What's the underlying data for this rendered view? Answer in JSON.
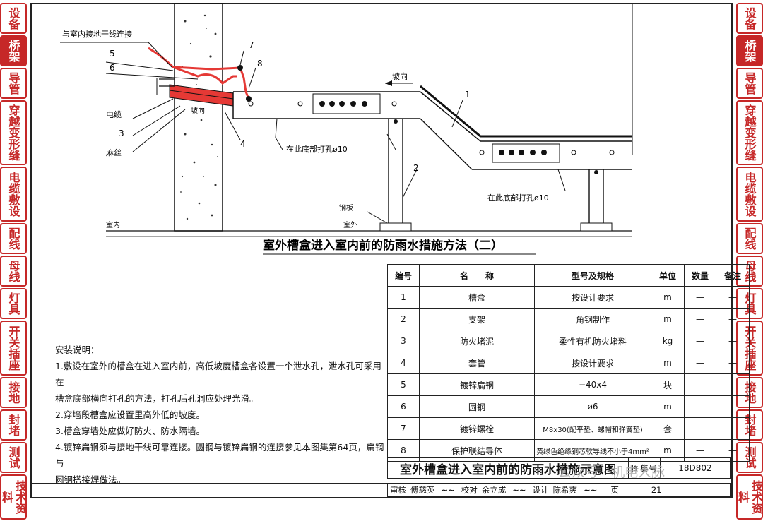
{
  "left_tabs": [
    {
      "label": "设备",
      "active": false
    },
    {
      "label": "桥架",
      "active": true
    },
    {
      "label": "导管",
      "active": false
    },
    {
      "label": "穿越变形缝",
      "active": false
    },
    {
      "label": "电缆敷设",
      "active": false
    },
    {
      "label": "配线",
      "active": false
    },
    {
      "label": "母线",
      "active": false
    },
    {
      "label": "灯具",
      "active": false
    },
    {
      "label": "开关插座",
      "active": false
    },
    {
      "label": "接地",
      "active": false
    },
    {
      "label": "封堵",
      "active": false
    },
    {
      "label": "测试",
      "active": false
    },
    {
      "label": "技术资料",
      "active": false
    }
  ],
  "right_tabs": [
    {
      "label": "设备",
      "active": false
    },
    {
      "label": "桥架",
      "active": true
    },
    {
      "label": "导管",
      "active": false
    },
    {
      "label": "穿越变形缝",
      "active": false
    },
    {
      "label": "电缆敷设",
      "active": false
    },
    {
      "label": "配线",
      "active": false
    },
    {
      "label": "母线",
      "active": false
    },
    {
      "label": "灯具",
      "active": false
    },
    {
      "label": "开关插座",
      "active": false
    },
    {
      "label": "接地",
      "active": false
    },
    {
      "label": "封堵",
      "active": false
    },
    {
      "label": "测试",
      "active": false
    },
    {
      "label": "技术资料",
      "active": false
    }
  ],
  "drawing": {
    "callout_top": "与室内接地干线连接",
    "num_5": "5",
    "num_6": "6",
    "num_7": "7",
    "num_8": "8",
    "num_3": "3",
    "num_4": "4",
    "num_1": "1",
    "num_2": "2",
    "label_cable": "电缆",
    "label_mesh": "麻丝",
    "label_slope": "坡向",
    "label_slope2": "坡向",
    "label_hole1": "在此底部打孔ø10",
    "label_hole2": "在此底部打孔ø10",
    "label_plate": "钢板",
    "label_indoor": "室内",
    "label_outdoor": "室外",
    "title": "室外槽盒进入室内前的防雨水措施方法（二）"
  },
  "notes": {
    "heading": "安装说明：",
    "lines": [
      "1.敷设在室外的槽盒在进入室内前，高低坡度槽盒各设置一个泄水孔，泄水孔可采用在",
      "槽盒底部横向打孔的方法，打孔后孔洞应处理光滑。",
      "2.穿墙段槽盒应设置里高外低的坡度。",
      "3.槽盒穿墙处应做好防火、防水隔墙。",
      "4.镀锌扁钢须与接地干线可靠连接。圆钢与镀锌扁钢的连接参见本图集第64页，扁钢与",
      "圆钢搭接焊做法。"
    ]
  },
  "table": {
    "headers": [
      "编号",
      "名　　称",
      "型号及规格",
      "单位",
      "数量",
      "备注"
    ],
    "rows": [
      [
        "1",
        "槽盒",
        "按设计要求",
        "m",
        "—",
        "—"
      ],
      [
        "2",
        "支架",
        "角钢制作",
        "m",
        "—",
        "—"
      ],
      [
        "3",
        "防火堵泥",
        "柔性有机防火堵料",
        "kg",
        "—",
        "—"
      ],
      [
        "4",
        "套管",
        "按设计要求",
        "m",
        "—",
        "—"
      ],
      [
        "5",
        "镀锌扁钢",
        "−40x4",
        "块",
        "—",
        "—"
      ],
      [
        "6",
        "圆钢",
        "ø6",
        "m",
        "—",
        "—"
      ],
      [
        "7",
        "镀锌螺栓",
        "M8x30(配平垫、螺帽和弹簧垫)",
        "套",
        "—",
        "—"
      ],
      [
        "8",
        "保护联结导体",
        "黄绿色绝缘铜芯软导线不小于4mm²",
        "m",
        "—",
        "—"
      ]
    ]
  },
  "titleblock": {
    "title": "室外槽盒进入室内前的防雨水措施示意图",
    "atlas_label": "图集号",
    "atlas_no": "18D802",
    "review_label": "审核",
    "reviewer": "傅慈英",
    "check_label": "校对",
    "checker": "余立成",
    "design_label": "设计",
    "designer": "陈希爽",
    "page_label": "页",
    "page_no": "21"
  },
  "watermark": "公众号 · 机电人脉",
  "colors": {
    "accent": "#c62828",
    "line": "#111111"
  }
}
